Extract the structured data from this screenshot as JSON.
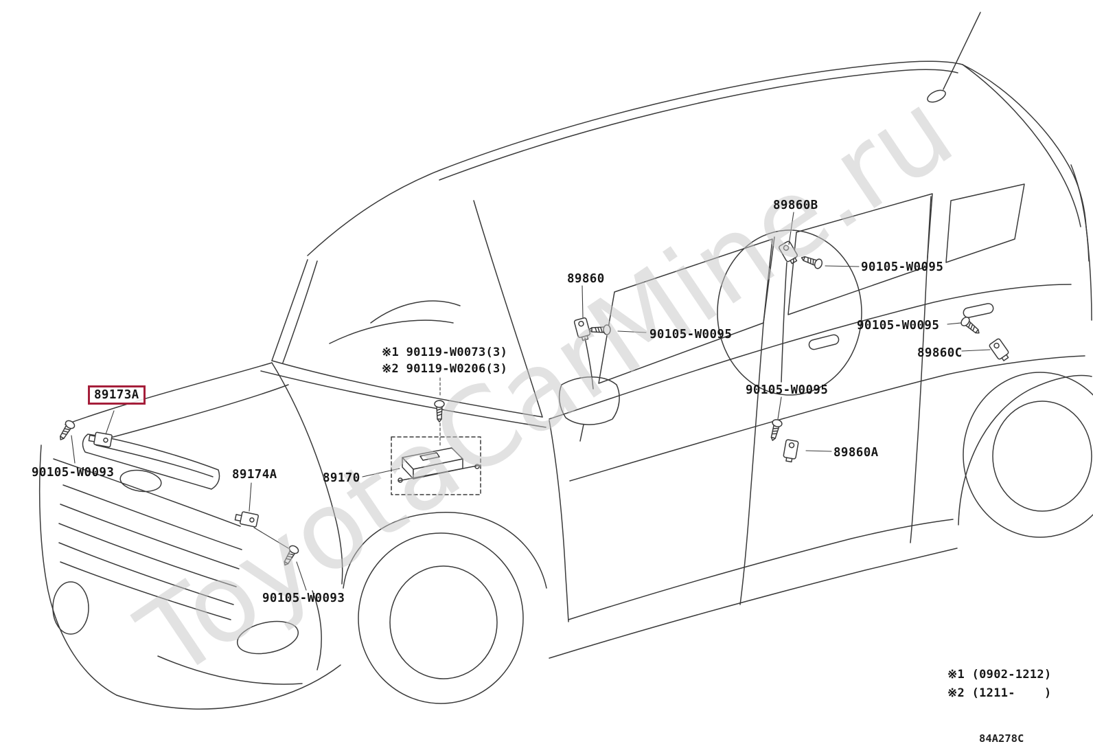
{
  "watermark": {
    "text": "ToyotaCarMine.ru"
  },
  "footer": {
    "diagram_code": "84A278C"
  },
  "labels": [
    {
      "key": "89173A-selected",
      "text": "89173A"
    },
    {
      "key": "90105-W0093-front",
      "text": "90105-W0093"
    },
    {
      "key": "89174A",
      "text": "89174A"
    },
    {
      "key": "89170",
      "text": "89170"
    },
    {
      "key": "89860",
      "text": "89860"
    },
    {
      "key": "90105-W0095-b-pillar",
      "text": "90105-W0095"
    },
    {
      "key": "89860B",
      "text": "89860B"
    },
    {
      "key": "90105-W0095-c-pillar",
      "text": "90105-W0095"
    },
    {
      "key": "90105-W0095-rear-quarter",
      "text": "90105-W0095"
    },
    {
      "key": "89860C",
      "text": "89860C"
    },
    {
      "key": "90105-W0095-rear-door",
      "text": "90105-W0095"
    },
    {
      "key": "89860A",
      "text": "89860A"
    },
    {
      "key": "90105-W0093-lower",
      "text": "90105-W0093"
    }
  ],
  "notes": {
    "bolt_spec_line1": "※1 90119-W0073(3)",
    "bolt_spec_line2": "※2 90119-W0206(3)",
    "applicability_line1": "※1 (0902-1212)",
    "applicability_line2": "※2 (1211-    )"
  }
}
